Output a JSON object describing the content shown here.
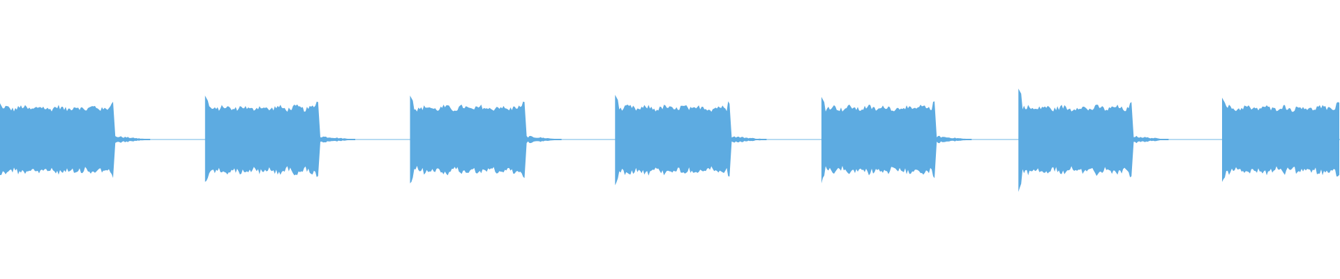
{
  "waveform": {
    "color": "#5dabe1",
    "background": "#ffffff",
    "amplitude_range": [
      -1,
      1
    ],
    "duration_fraction_note_free": true,
    "bursts": [
      {
        "start": 0.0,
        "end": 0.085,
        "peak": 0.52,
        "sustain": 0.45
      },
      {
        "start": 0.153,
        "end": 0.238,
        "peak": 0.63,
        "sustain": 0.45
      },
      {
        "start": 0.306,
        "end": 0.392,
        "peak": 0.63,
        "sustain": 0.45
      },
      {
        "start": 0.459,
        "end": 0.545,
        "peak": 0.64,
        "sustain": 0.45
      },
      {
        "start": 0.613,
        "end": 0.698,
        "peak": 0.61,
        "sustain": 0.45
      },
      {
        "start": 0.76,
        "end": 0.845,
        "peak": 0.73,
        "sustain": 0.45
      },
      {
        "start": 0.912,
        "end": 1.0,
        "peak": 0.6,
        "sustain": 0.45
      }
    ],
    "silence_level": 0.01,
    "tail_decay": 0.08
  }
}
